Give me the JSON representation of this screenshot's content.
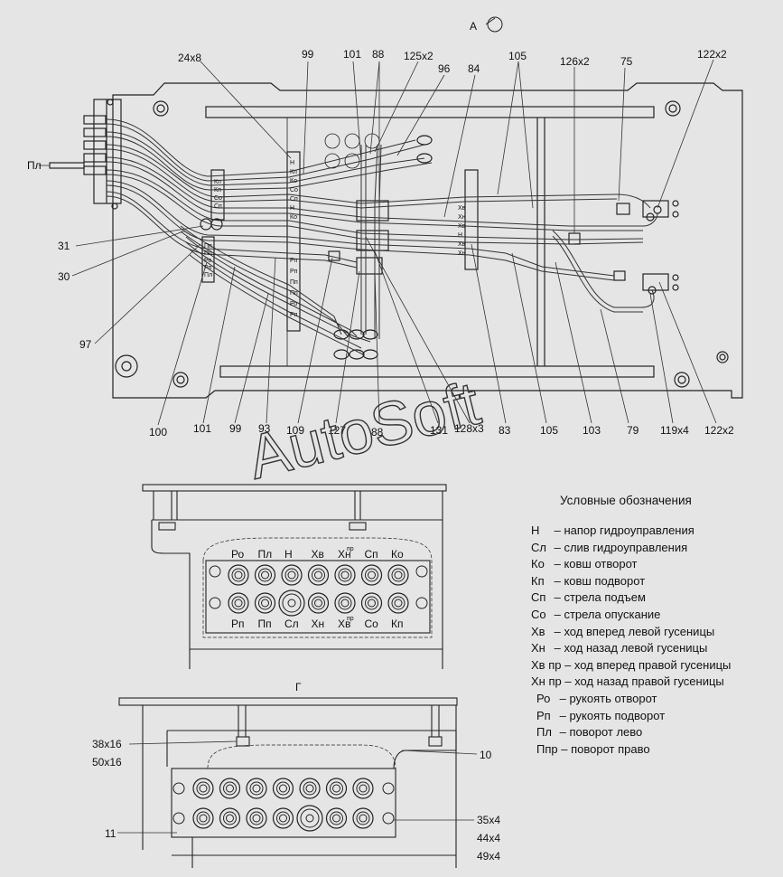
{
  "view_labels": {
    "view_a": "А",
    "view_g": "Г"
  },
  "watermark": "AutoSoft",
  "callouts_top": [
    "24x8",
    "99",
    "101",
    "88",
    "125x2",
    "96",
    "84",
    "105",
    "126x2",
    "75",
    "122x2"
  ],
  "callouts_left": [
    "Пл",
    "31",
    "30",
    "97"
  ],
  "callouts_bottom": [
    "100",
    "101",
    "99",
    "93",
    "109",
    "127",
    "88",
    "131",
    "128x3",
    "83",
    "105",
    "103",
    "79",
    "119x4",
    "122x2"
  ],
  "strip_left_labels": [
    "Кп",
    "Кп",
    "Со",
    "Сп"
  ],
  "strip_mid_labels": [
    "Н",
    "Кп",
    "Ко",
    "Со",
    "Сп",
    "Н",
    "Ко"
  ],
  "strip_right_labels": [
    "Хв",
    "Хн",
    "Хв",
    "Н",
    "Хв",
    "Хн"
  ],
  "strip_lower_labels": [
    "Пп",
    "Пп",
    "Ро",
    "Рп",
    "Пл"
  ],
  "strip_bottom_labels": [
    "Рп",
    "Рп",
    "Пп",
    "Пп",
    "Ро",
    "Рп"
  ],
  "block_b": {
    "top_labels": [
      "Ро",
      "Пл",
      "Н",
      "Хв",
      "Хн",
      "Сп",
      "Ко"
    ],
    "top_sup": [
      "",
      "",
      "",
      "",
      "пр",
      "",
      ""
    ],
    "bottom_labels": [
      "Рп",
      "Пп",
      "Сл",
      "Хн",
      "Хв",
      "Со",
      "Кп"
    ],
    "bottom_sup": [
      "",
      "",
      "",
      "",
      "пр",
      "",
      ""
    ]
  },
  "block_g": {
    "callouts": [
      "38x16",
      "50x16",
      "10",
      "11",
      "35x4",
      "44x4",
      "49x4"
    ]
  },
  "legend": {
    "title": "Условные обозначения",
    "items": [
      {
        "code": "Н",
        "text": "– напор гидроуправления"
      },
      {
        "code": "Сл",
        "text": "– слив гидроуправления"
      },
      {
        "code": "Ко",
        "text": "– ковш отворот"
      },
      {
        "code": "Кп",
        "text": "– ковш подворот"
      },
      {
        "code": "Сп",
        "text": "– стрела подъем"
      },
      {
        "code": "Со",
        "text": "– стрела опускание"
      },
      {
        "code": "Хв",
        "text": "– ход вперед левой гусеницы"
      },
      {
        "code": "Хн",
        "text": "– ход назад левой гусеницы"
      },
      {
        "code": "Хв пр",
        "text": "– ход вперед правой гусеницы"
      },
      {
        "code": "Хн пр",
        "text": "– ход назад правой гусеницы"
      },
      {
        "code": "Ро",
        "text": "– рукоять отворот"
      },
      {
        "code": "Рп",
        "text": "– рукоять подворот"
      },
      {
        "code": "Пл",
        "text": "– поворот лево"
      },
      {
        "code": "Ппр",
        "text": "– поворот право"
      }
    ]
  }
}
